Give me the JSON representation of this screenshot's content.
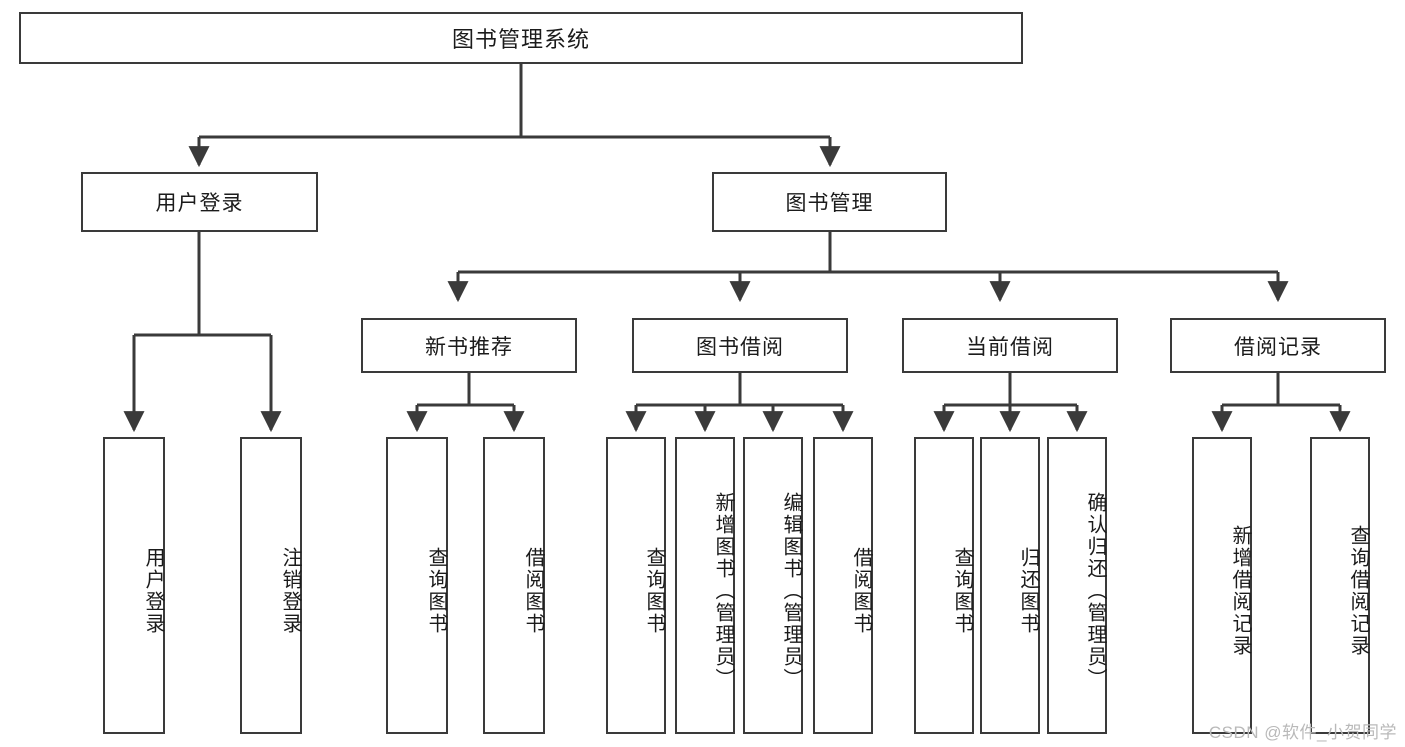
{
  "diagram": {
    "type": "tree-flowchart",
    "title": "图书管理系统",
    "line_color": "#3a3a3a",
    "box_fill": "#ffffff",
    "text_color": "#1b1b1b",
    "watermark": "CSDN @软件_小贺同学",
    "root": {
      "label": "图书管理系统"
    },
    "level1": [
      {
        "key": "user_login",
        "label": "用户登录"
      },
      {
        "key": "book_manage",
        "label": "图书管理"
      }
    ],
    "level2": [
      {
        "key": "new_book_rec",
        "label": "新书推荐"
      },
      {
        "key": "book_borrow",
        "label": "图书借阅"
      },
      {
        "key": "current_borrow",
        "label": "当前借阅"
      },
      {
        "key": "borrow_record",
        "label": "借阅记录"
      }
    ],
    "leaves": {
      "user_login": [
        {
          "label": "用户登录"
        },
        {
          "label": "注销登录"
        }
      ],
      "new_book_rec": [
        {
          "label": "查询图书"
        },
        {
          "label": "借阅图书"
        }
      ],
      "book_borrow": [
        {
          "label": "查询图书"
        },
        {
          "label": "新增图书（管理员）"
        },
        {
          "label": "编辑图书（管理员）"
        },
        {
          "label": "借阅图书"
        }
      ],
      "current_borrow": [
        {
          "label": "查询图书"
        },
        {
          "label": "归还图书"
        },
        {
          "label": "确认归还（管理员）"
        }
      ],
      "borrow_record": [
        {
          "label": "新增借阅记录"
        },
        {
          "label": "查询借阅记录"
        }
      ]
    }
  }
}
